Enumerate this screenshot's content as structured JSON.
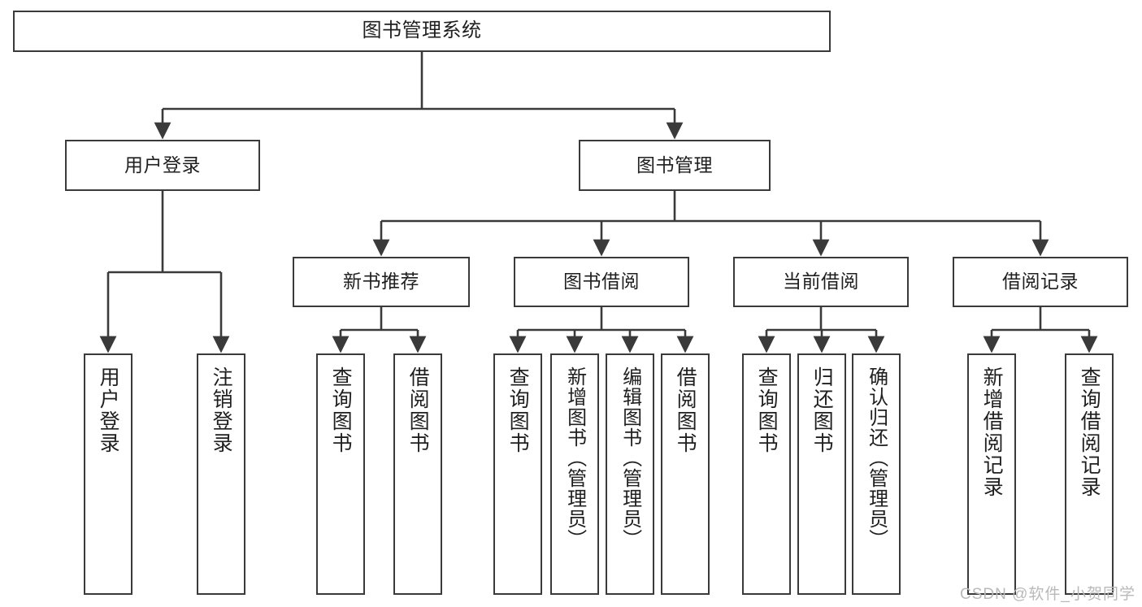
{
  "diagram": {
    "title": "图书管理系统",
    "type": "tree-hierarchy",
    "orientation": "top-down",
    "line_color": "#3a3a3a",
    "box_fill": "#ffffff",
    "text_color": "#1f1f1f",
    "watermark": "CSDN @软件_小贺同学"
  },
  "nodes": {
    "root": {
      "label": "图书管理系统"
    },
    "level2": [
      {
        "label": "用户登录"
      },
      {
        "label": "图书管理"
      }
    ],
    "level3": [
      {
        "label": "新书推荐"
      },
      {
        "label": "图书借阅"
      },
      {
        "label": "当前借阅"
      },
      {
        "label": "借阅记录"
      }
    ],
    "leaves": {
      "user_login": [
        {
          "label": "用户登录"
        },
        {
          "label": "注销登录"
        }
      ],
      "new_book_recommend": [
        {
          "label": "查询图书"
        },
        {
          "label": "借阅图书"
        }
      ],
      "book_borrow": [
        {
          "label": "查询图书"
        },
        {
          "label": "新增图书（管理员）"
        },
        {
          "label": "编辑图书（管理员）"
        },
        {
          "label": "借阅图书"
        }
      ],
      "current_borrow": [
        {
          "label": "查询图书"
        },
        {
          "label": "归还图书"
        },
        {
          "label": "确认归还（管理员）"
        }
      ],
      "borrow_record": [
        {
          "label": "新增借阅记录"
        },
        {
          "label": "查询借阅记录"
        }
      ]
    }
  },
  "chart_data": {
    "type": "table",
    "title": "图书管理系统",
    "tree": [
      {
        "name": "图书管理系统",
        "children": [
          {
            "name": "用户登录",
            "children": [
              {
                "name": "用户登录"
              },
              {
                "name": "注销登录"
              }
            ]
          },
          {
            "name": "图书管理",
            "children": [
              {
                "name": "新书推荐",
                "children": [
                  {
                    "name": "查询图书"
                  },
                  {
                    "name": "借阅图书"
                  }
                ]
              },
              {
                "name": "图书借阅",
                "children": [
                  {
                    "name": "查询图书"
                  },
                  {
                    "name": "新增图书（管理员）"
                  },
                  {
                    "name": "编辑图书（管理员）"
                  },
                  {
                    "name": "借阅图书"
                  }
                ]
              },
              {
                "name": "当前借阅",
                "children": [
                  {
                    "name": "查询图书"
                  },
                  {
                    "name": "归还图书"
                  },
                  {
                    "name": "确认归还（管理员）"
                  }
                ]
              },
              {
                "name": "借阅记录",
                "children": [
                  {
                    "name": "新增借阅记录"
                  },
                  {
                    "name": "查询借阅记录"
                  }
                ]
              }
            ]
          }
        ]
      }
    ]
  }
}
